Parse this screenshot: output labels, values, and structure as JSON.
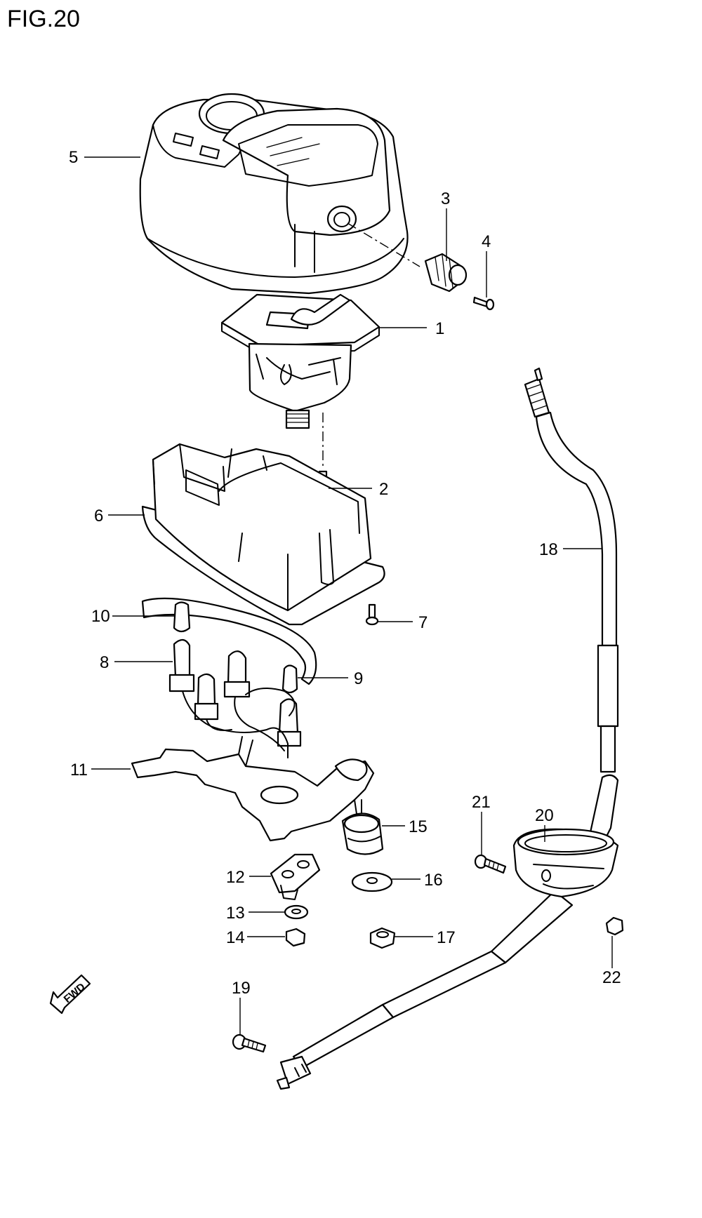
{
  "figure": {
    "title": "FIG.20",
    "direction_label": "FWD"
  },
  "callouts": {
    "c1": "1",
    "c2": "2",
    "c3": "3",
    "c4": "4",
    "c5": "5",
    "c6": "6",
    "c7": "7",
    "c8": "8",
    "c9": "9",
    "c10": "10",
    "c11": "11",
    "c12": "12",
    "c13": "13",
    "c14": "14",
    "c15": "15",
    "c16": "16",
    "c17": "17",
    "c18": "18",
    "c19": "19",
    "c20": "20",
    "c21": "21",
    "c22": "22"
  }
}
